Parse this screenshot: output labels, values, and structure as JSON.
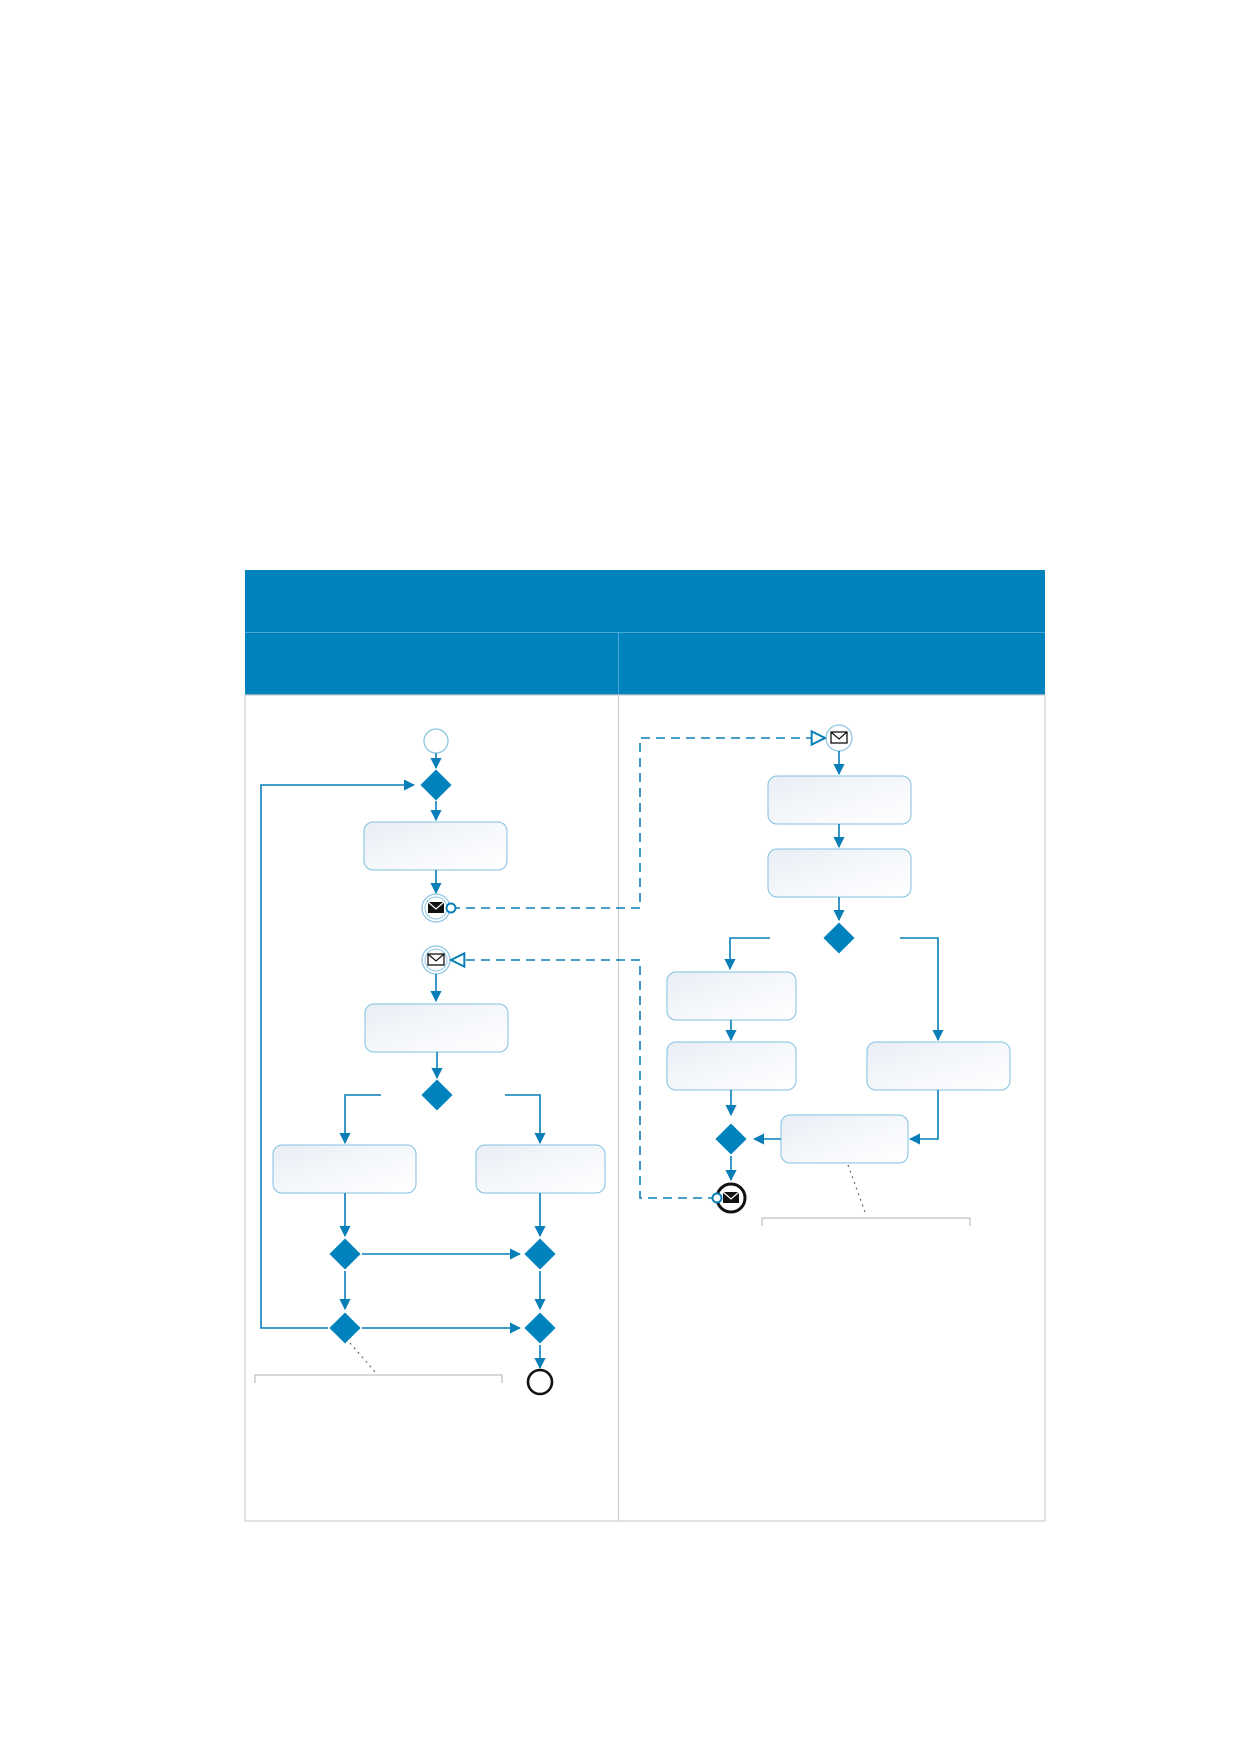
{
  "diagram": {
    "type": "bpmn-collaboration",
    "pool_title": "",
    "lanes": [
      {
        "label": ""
      },
      {
        "label": ""
      }
    ],
    "colors": {
      "header": "#0083bd",
      "gateway": "#0083bd",
      "flow": "#0a7fb7",
      "task_border": "#7fc0e0"
    },
    "left_lane": {
      "start_event": "start-circle",
      "tasks": [
        "",
        "",
        "",
        ""
      ],
      "gateways": 6,
      "message_throw_icon": "envelope-filled-icon",
      "message_catch_icon": "envelope-outline-icon",
      "end_event": "end-circle"
    },
    "right_lane": {
      "message_start_icon": "envelope-outline-icon",
      "tasks": [
        "",
        "",
        "",
        "",
        "",
        ""
      ],
      "gateways": 2,
      "message_end_icon": "envelope-filled-icon"
    }
  }
}
